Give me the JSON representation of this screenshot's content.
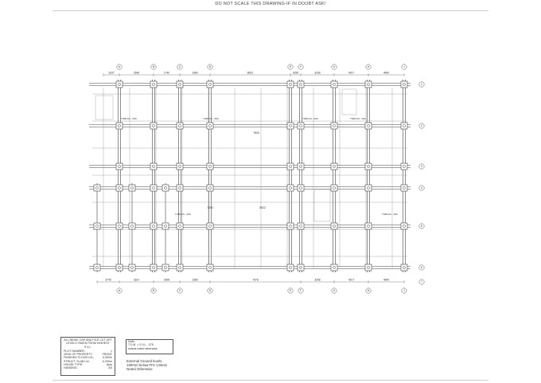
{
  "header": {
    "note": "DO NOT SCALE THIS DRAWING-IF IN DOUBT ASK!"
  },
  "title_block": {
    "heading": [
      "ALL BEAM, CAP AND PILE CUT OFF",
      "LEVELS TAKEN FROM HIGHEST S.V.L."
    ],
    "rows": [
      {
        "label": "PLOT NUMBER:",
        "value": "1"
      },
      {
        "label": "VIEW OF PROPERTY:",
        "value": "FRONT"
      },
      {
        "label": "FINISHED FLOOR LVL:",
        "value": "0.000m"
      },
      {
        "label": "STRUCT. SLAB LVL:",
        "value": "-0.200m"
      },
      {
        "label": "HOUSE TYPE:",
        "value": "Apts"
      },
      {
        "label": "HANDING:",
        "value": "AS"
      }
    ]
  },
  "notes": {
    "label": "Note:",
    "lines": [
      "T.O.B. = S.V.L. -375",
      "unless noted otherwise"
    ]
  },
  "external_note": [
    "External Ground levels",
    "150mm below FFL Unless",
    "Noted Otherwise"
  ],
  "grid": {
    "top_labels": [
      "A",
      "B",
      "C",
      "D",
      "E",
      "F",
      "G",
      "H",
      "J"
    ],
    "bottom_labels": [
      "A",
      "B",
      "C",
      "D",
      "E",
      "F",
      "G",
      "H",
      "J"
    ],
    "right_labels": [
      "1",
      "2",
      "3",
      "4",
      "5",
      "6",
      "7"
    ],
    "top_dims": [
      "3337",
      "2696",
      "1740",
      "1980",
      "8922",
      "3256",
      "3336",
      "4917",
      "4840"
    ],
    "bottom_dims": [
      "3745",
      "3337",
      "2696",
      "1980",
      "7978",
      "3256",
      "4917",
      "4840"
    ],
    "beam_tags": [
      "TGB1XA - 2SC",
      "TGB1XA - 2SC",
      "TGB1XA - 2SC",
      "TGB1XA - 2SC",
      "TGB1XA - 2SC",
      "TGB1XA - 2SC"
    ],
    "beam_dims": [
      "7300",
      "8922",
      "7826"
    ]
  }
}
